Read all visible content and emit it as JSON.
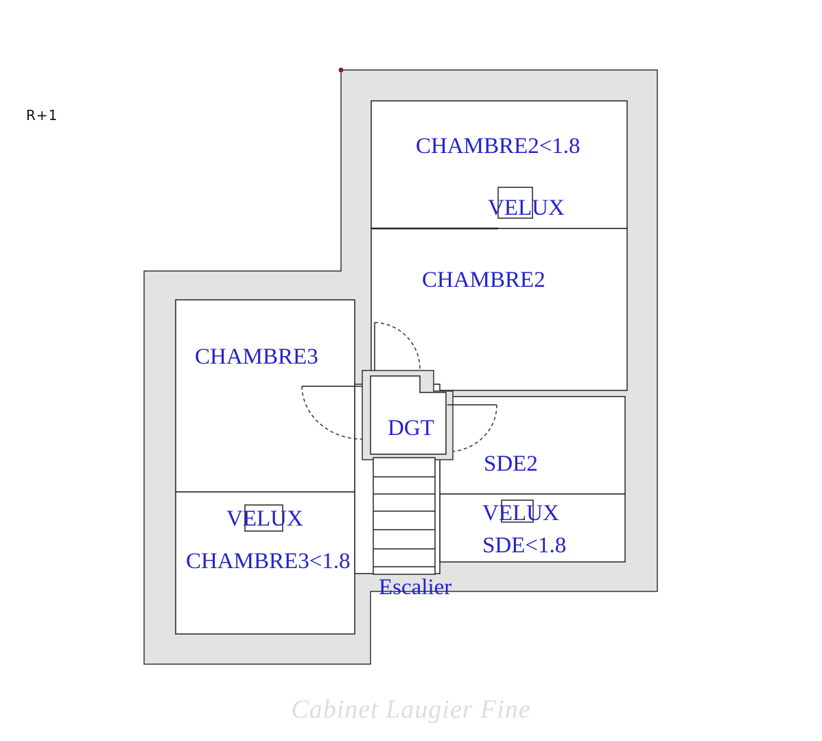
{
  "floor": {
    "label": "R+1"
  },
  "rooms": {
    "chambre2_low": "CHAMBRE2<1.8",
    "velux_chambre2": "VELUX",
    "chambre2": "CHAMBRE2",
    "chambre3": "CHAMBRE3",
    "dgt": "DGT",
    "sde2": "SDE2",
    "velux_sde": "VELUX",
    "sde_low": "SDE<1.8",
    "velux_chambre3": "VELUX",
    "chambre3_low": "CHAMBRE3<1.8",
    "escalier": "Escalier"
  },
  "watermark": "Cabinet Laugier Fine",
  "colors": {
    "label_blue": "#2222cc",
    "wall_gray": "#e3e3e3",
    "marker": "#8b1a1a"
  }
}
